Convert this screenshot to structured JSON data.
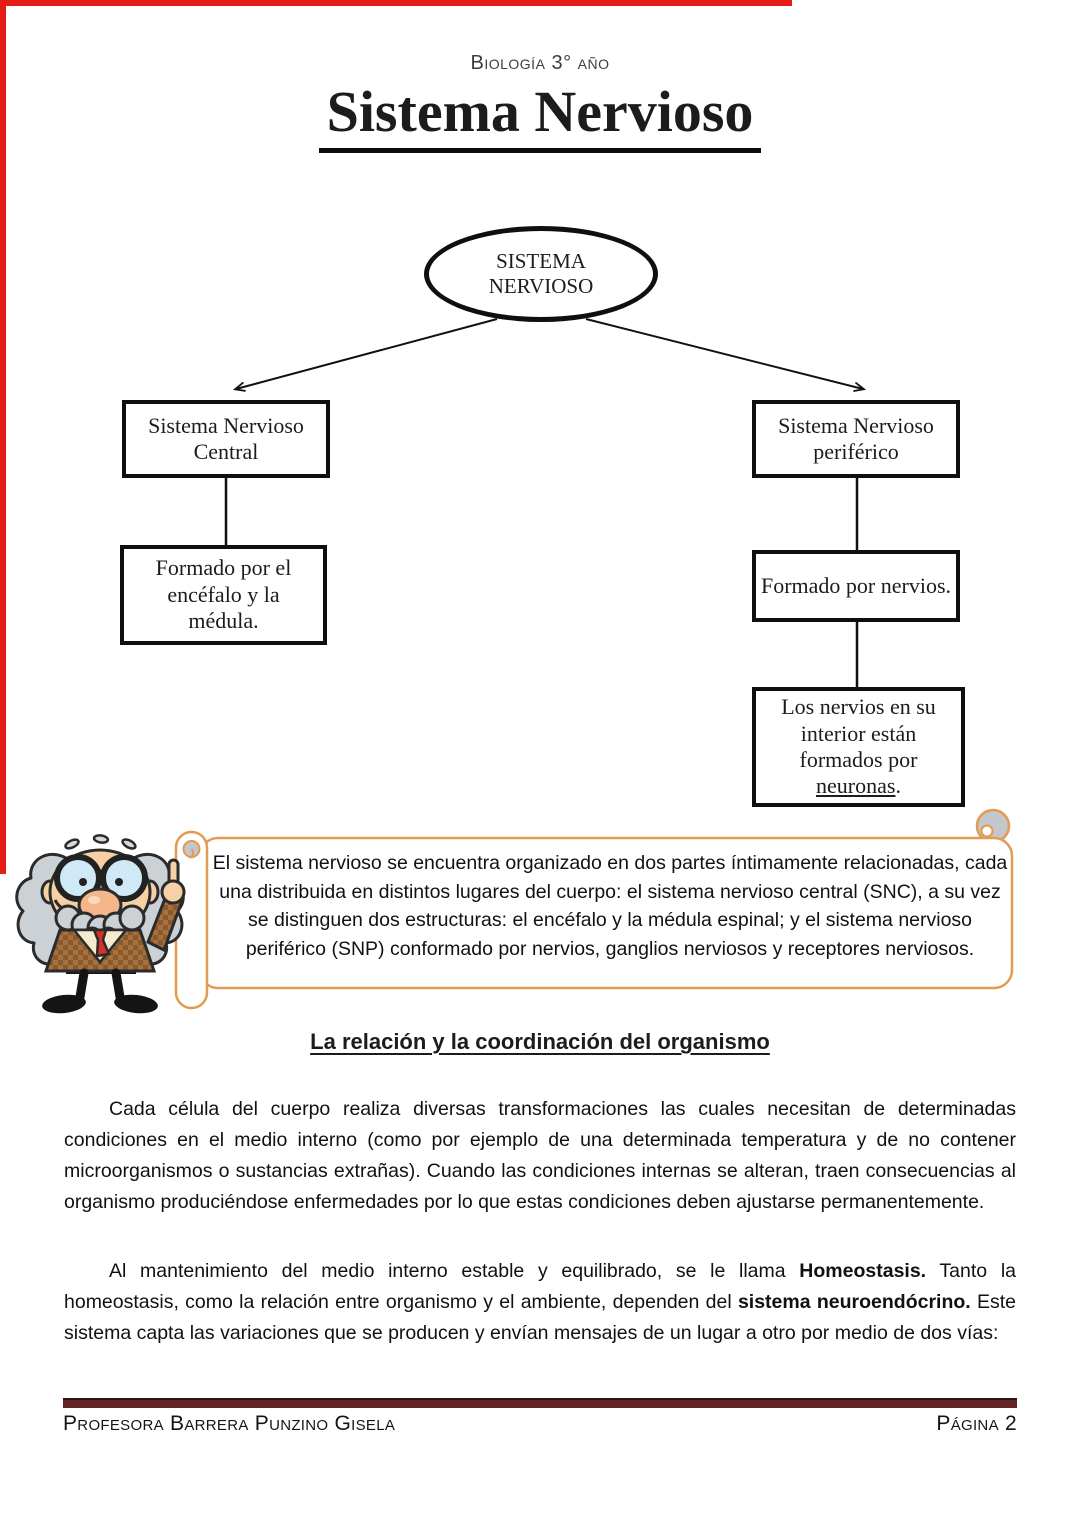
{
  "header": {
    "course": "Biología 3° año",
    "title": "Sistema Nervioso"
  },
  "diagram": {
    "root_label": "SISTEMA NERVIOSO",
    "left_branch": {
      "title": "Sistema Nervioso Central",
      "detail": "Formado por el encéfalo y la médula."
    },
    "right_branch": {
      "title": "Sistema Nervioso periférico",
      "detail": "Formado por nervios.",
      "detail2_pre": "Los nervios en su interior están formados por ",
      "detail2_underlined": "neuronas",
      "detail2_post": "."
    }
  },
  "callout": {
    "character": "professor-cartoon",
    "text": "El sistema nervioso se encuentra organizado en dos partes íntimamente relacionadas, cada una distribuida en distintos lugares del cuerpo: el sistema nervioso central (SNC), a su vez se distinguen dos estructuras: el encéfalo y la médula espinal; y el sistema nervioso periférico (SNP) conformado por nervios, ganglios nerviosos y receptores nerviosos."
  },
  "section": {
    "heading": "La relación y la coordinación del organismo",
    "paragraph1": "Cada célula del cuerpo realiza diversas transformaciones las cuales necesitan de determinadas condiciones en el medio interno (como por ejemplo de una determinada temperatura y de no contener microorganismos o sustancias extrañas). Cuando las condiciones internas se alteran, traen consecuencias al organismo produciéndose enfermedades por lo que estas condiciones deben ajustarse permanentemente.",
    "paragraph2_segments": [
      {
        "text": "Al mantenimiento del medio interno estable y equilibrado, se le llama ",
        "bold": false
      },
      {
        "text": "Homeostasis.",
        "bold": true
      },
      {
        "text": " Tanto la homeostasis, como la relación entre organismo y el ambiente, dependen del ",
        "bold": false
      },
      {
        "text": "sistema neuroendócrino.",
        "bold": true
      },
      {
        "text": " Este sistema capta las variaciones que se producen y envían mensajes de un lugar a otro por medio de dos vías:",
        "bold": false
      }
    ]
  },
  "footer": {
    "author": "Profesora Barrera Punzino Gisela",
    "page": "Página 2"
  },
  "colors": {
    "accent_red": "#e41b17",
    "footer_rule": "#622423",
    "scroll_border": "#e29b53",
    "node_border": "#0f0f0f"
  }
}
